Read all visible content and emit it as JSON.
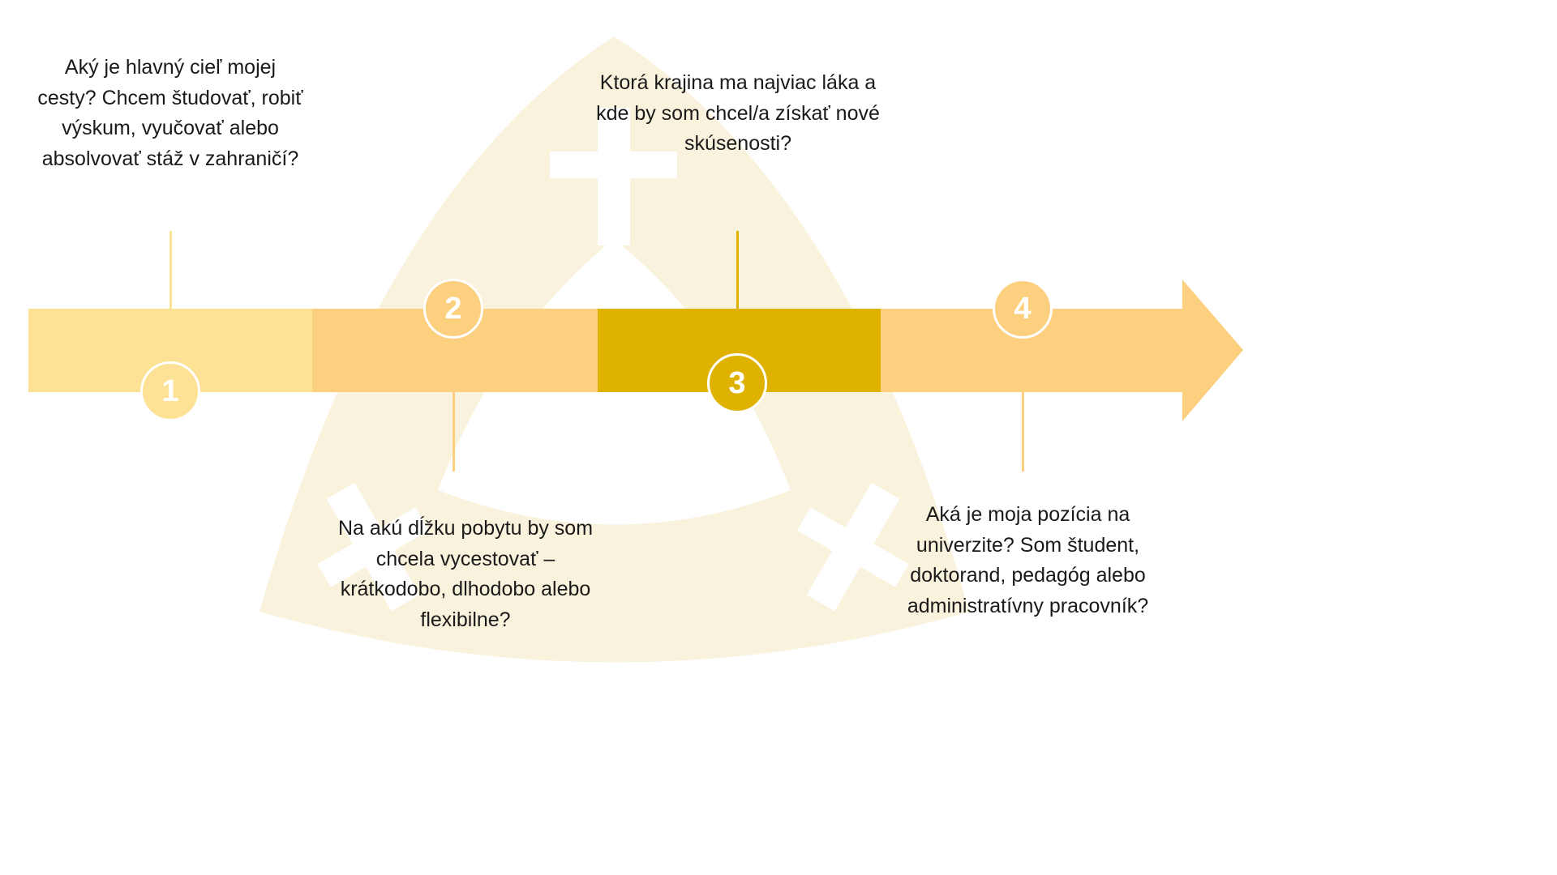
{
  "colors": {
    "seg1": "#FDE194",
    "seg2": "#FCD07F",
    "seg3": "#E0B200",
    "seg4": "#FCD07F",
    "background_shape": "#F9F2DC"
  },
  "steps": [
    {
      "number": "1",
      "text": "Aký je hlavný cieľ mojej cesty? Chcem študovať, robiť výskum, vyučovať alebo absolvovať stáž v zahraničí?"
    },
    {
      "number": "2",
      "text": "Na akú dĺžku pobytu by som chcela vycestovať – krátkodobo, dlhodobo alebo flexibilne?"
    },
    {
      "number": "3",
      "text": "Ktorá krajina ma najviac láka a kde by som chcel/a získať nové skúsenosti?"
    },
    {
      "number": "4",
      "text": "Aká je moja pozícia na univerzite? Som študent, doktorand, pedagóg alebo administratívny pracovník?"
    }
  ]
}
